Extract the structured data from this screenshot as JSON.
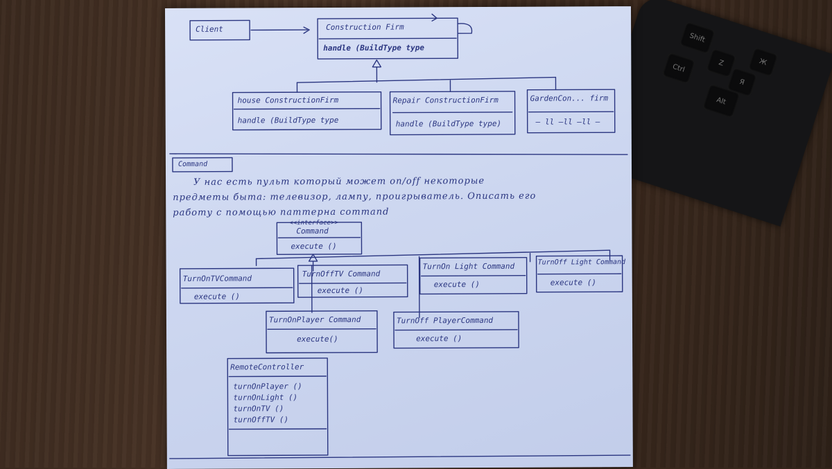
{
  "colors": {
    "ink": "#2a3580",
    "paper": "#cdd7f0",
    "desk": "#3f2d21"
  },
  "diagram1": {
    "client": "Client",
    "construction_firm": {
      "name": "Construction Firm",
      "method": "handle (BuildType type"
    },
    "house": {
      "name": "house ConstructionFirm",
      "method": "handle (BuildType type"
    },
    "repair": {
      "name": "Repair ConstructionFirm",
      "method": "handle (BuildType type)"
    },
    "garden": {
      "name": "GardenCon... firm",
      "method": "— ll —ll —ll —"
    }
  },
  "section_title": "Command",
  "note": {
    "line1": "У нас есть пульт который может on/off некоторые",
    "line2": "предметы быта: телевизор, лампу, проигрыватель. Описать его",
    "line3": "работу с помощью паттерна command"
  },
  "diagram2": {
    "interface": {
      "stereotype": "<<interface>>",
      "name": "Command",
      "method": "execute ()"
    },
    "turn_on_tv": {
      "name": "TurnOnTVCommand",
      "method": "execute ()"
    },
    "turn_off_tv": {
      "name": "TurnOffTV Command",
      "method": "execute ()"
    },
    "turn_on_light": {
      "name": "TurnOn Light Command",
      "method": "execute ()"
    },
    "turn_off_light": {
      "name": "TurnOff Light Command",
      "method": "execute ()"
    },
    "turn_on_player": {
      "name": "TurnOnPlayer Command",
      "method": "execute()"
    },
    "turn_off_player": {
      "name": "TurnOff PlayerCommand",
      "method": "execute ()"
    },
    "remote": {
      "name": "RemoteController",
      "methods": [
        "turnOnPlayer ()",
        "turnOnLight ()",
        "turnOnTV ()",
        "turnOffTV ()"
      ]
    }
  },
  "keyboard": {
    "keys": [
      "Shift",
      "Ctrl",
      "Alt",
      "Ж",
      "Я",
      "Z"
    ]
  }
}
